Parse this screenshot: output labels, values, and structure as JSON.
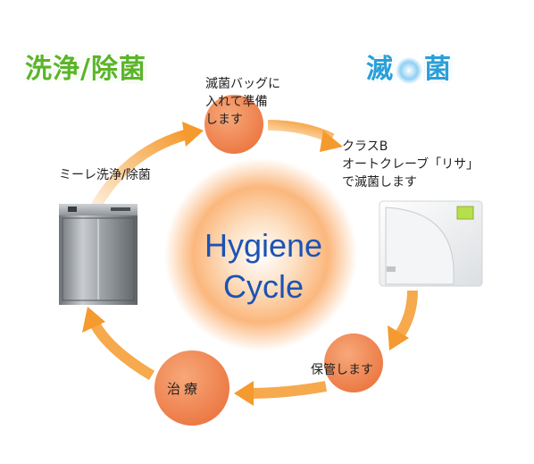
{
  "headings": {
    "wash": "洗浄/除菌",
    "sterilize": [
      "滅",
      "菌"
    ]
  },
  "labels": {
    "bag": [
      "滅菌バッグに",
      "入れて準備",
      "します"
    ],
    "autoclave": [
      "クラスB",
      "オートクレーブ「リサ」",
      "で滅菌します"
    ],
    "washer": "ミーレ洗浄/除菌",
    "storage": "保管します",
    "treatment": "治療"
  },
  "center": {
    "line1": "Hygiene",
    "line2": "Cycle"
  },
  "colors": {
    "node_fill": "#f08a55",
    "arrow": "#f59a2e",
    "center_glow": "#fbb77d",
    "title_blue": "#1c53b4",
    "wash_green": "#5ab52a",
    "sterile_blue": "#2b9fd8"
  }
}
